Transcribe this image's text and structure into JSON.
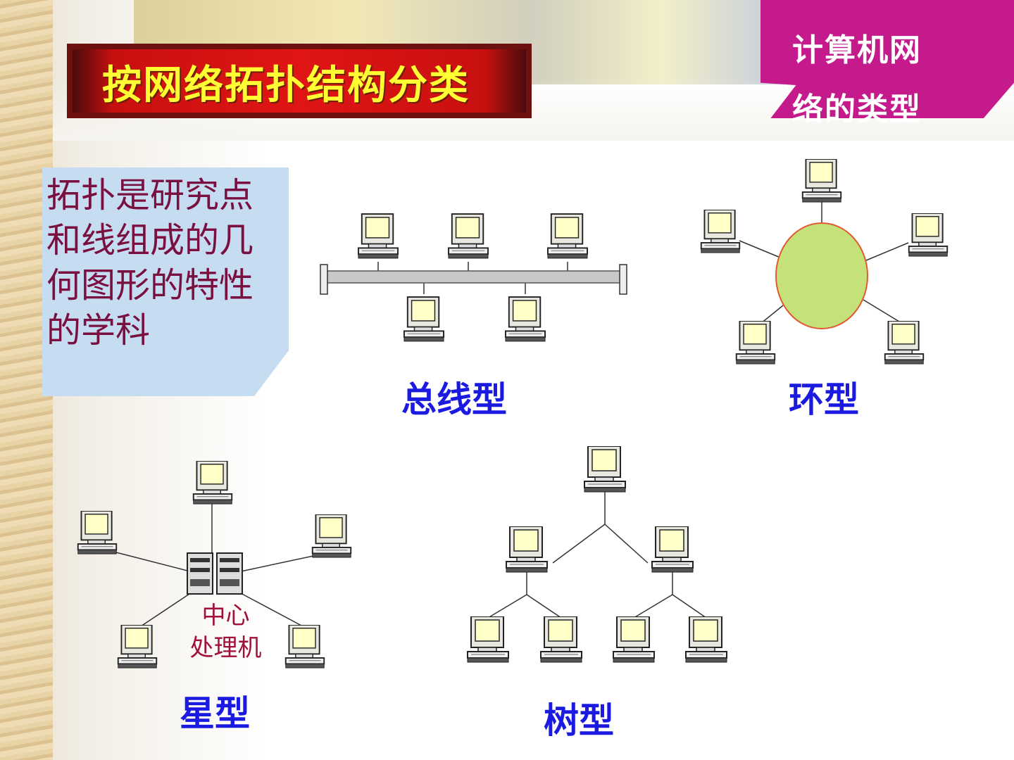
{
  "slide": {
    "title": "按网络拓扑结构分类",
    "badge": {
      "line1": "计算机网",
      "line2": "络的类型"
    },
    "note": "拓扑是研究点和线组成的几何图形的特性的学科"
  },
  "diagrams": {
    "bus": {
      "label": "总线型"
    },
    "ring": {
      "label": "环型"
    },
    "star": {
      "label": "星型",
      "center_line1": "中心",
      "center_line2": "处理机"
    },
    "tree": {
      "label": "树型"
    }
  },
  "colors": {
    "title_text": "#ffff33",
    "badge": "#c41a8c",
    "label": "#1a1ae0",
    "ring_fill": "#c5e17a",
    "ring_stroke": "#e05a30"
  }
}
